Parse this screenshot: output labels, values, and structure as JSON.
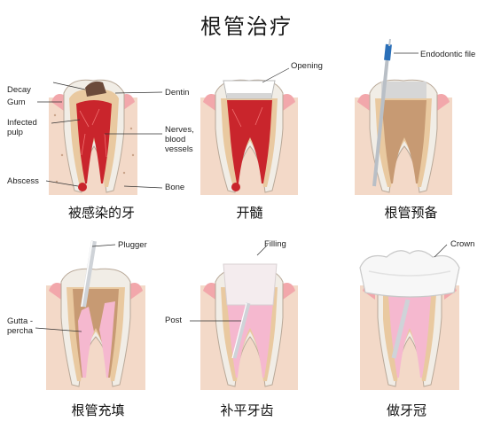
{
  "title": "根管治疗",
  "steps": [
    {
      "caption": "被感染的牙",
      "labels": {
        "decay": "Decay",
        "gum": "Gum",
        "infected_pulp": "Infected pulp",
        "abscess": "Abscess",
        "dentin": "Dentin",
        "nerves": "Nerves, blood vessels",
        "bone": "Bone"
      }
    },
    {
      "caption": "开髓",
      "labels": {
        "opening": "Opening"
      }
    },
    {
      "caption": "根管预备",
      "labels": {
        "endodontic_file": "Endodontic file"
      }
    },
    {
      "caption": "根管充填",
      "labels": {
        "plugger": "Plugger",
        "gutta_percha": "Gutta - percha"
      }
    },
    {
      "caption": "补平牙齿",
      "labels": {
        "filling": "Filling",
        "post": "Post"
      }
    },
    {
      "caption": "做牙冠",
      "labels": {
        "crown": "Crown"
      }
    }
  ],
  "colors": {
    "enamel": "#f1ede6",
    "bone": "#f3d9c8",
    "gum": "#f2a7ab",
    "dentin": "#e9c9a0",
    "pulp_infected": "#c9252c",
    "pulp_cleaned": "#c79a73",
    "gutta_percha": "#f5b8cf",
    "instrument": "#cfd3d8"
  }
}
